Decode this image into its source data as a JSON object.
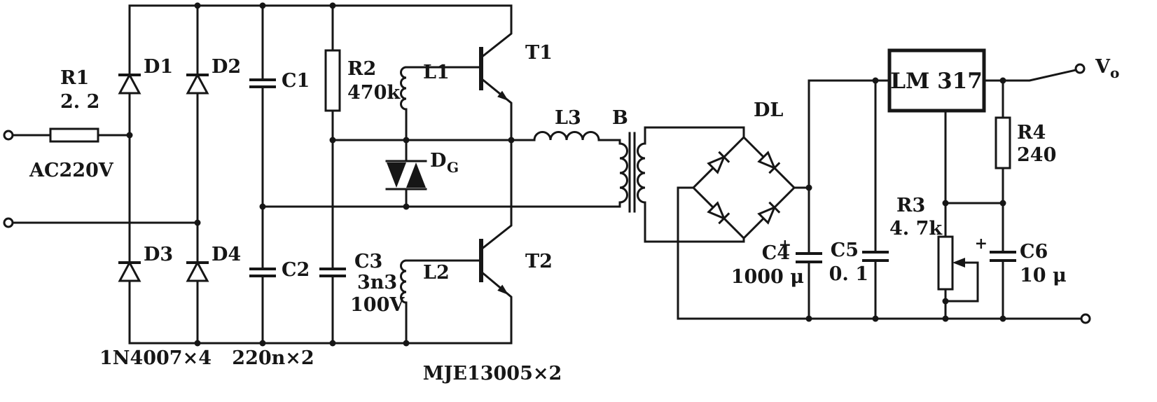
{
  "colors": {
    "ink": "#161616",
    "background": "#ffffff"
  },
  "components": {
    "r1": {
      "label": "R1",
      "value": "2. 2"
    },
    "input_label": "AC220V",
    "d1": {
      "label": "D1"
    },
    "d2": {
      "label": "D2"
    },
    "d3": {
      "label": "D3"
    },
    "d4": {
      "label": "D4"
    },
    "c1": {
      "label": "C1"
    },
    "c2": {
      "label": "C2"
    },
    "r2": {
      "label": "R2",
      "value": "470k"
    },
    "c3": {
      "label": "C3",
      "value": "3n3",
      "rating": "100V"
    },
    "l1": {
      "label": "L1"
    },
    "l2": {
      "label": "L2"
    },
    "l3": {
      "label": "L3"
    },
    "dg": {
      "label": "D",
      "sub": "G"
    },
    "t1": {
      "label": "T1"
    },
    "t2": {
      "label": "T2"
    },
    "transformer": {
      "label": "B"
    },
    "dl": {
      "label": "DL"
    },
    "c4": {
      "label": "C4",
      "value": "1000 μ",
      "polarity": "+"
    },
    "c5": {
      "label": "C5",
      "value": "0. 1"
    },
    "regulator": {
      "label": "LM 317"
    },
    "r3": {
      "label": "R3",
      "value": "4. 7k"
    },
    "r4": {
      "label": "R4",
      "value": "240"
    },
    "c6": {
      "label": "C6",
      "value": "10 μ",
      "polarity": "+"
    },
    "output": {
      "label": "V",
      "sub": "o"
    }
  },
  "notes": {
    "rectifier_diodes": "1N4007×4",
    "bridge_caps": "220n×2",
    "switch_transistors": "MJE13005×2"
  }
}
